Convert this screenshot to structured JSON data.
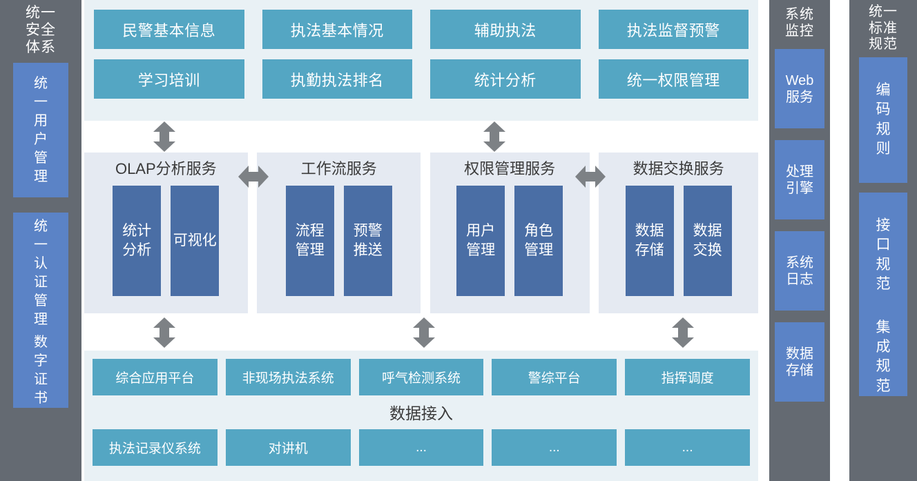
{
  "colors": {
    "sidebar_bg": "#646a72",
    "sidebar_box": "#5b83c6",
    "app_panel_bg": "#e9f1f5",
    "app_tile": "#54a6c3",
    "service_panel_bg": "#e5eaf2",
    "service_tile": "#4a6ea5",
    "arrow": "#7d8185",
    "text_light": "#ffffff",
    "text_dark": "#3a3a3a"
  },
  "sidebar_left": {
    "title": "统一\n安全\n体系",
    "items": [
      {
        "label": "统一用户管理"
      },
      {
        "label": "统一认证管理"
      },
      {
        "label": "数字证书"
      }
    ]
  },
  "sidebar_monitor": {
    "title": "系统\n监控",
    "items": [
      {
        "label": "Web\n服务"
      },
      {
        "label": "处理\n引擎"
      },
      {
        "label": "系统\n日志"
      },
      {
        "label": "数据\n存储"
      }
    ]
  },
  "sidebar_standard": {
    "title": "统一\n标准\n规范",
    "items": [
      {
        "label": "编码规则"
      },
      {
        "label": "接口规范"
      },
      {
        "label": "集成规范"
      }
    ]
  },
  "applications": {
    "row1": [
      {
        "label": "民警基本信息"
      },
      {
        "label": "执法基本情况"
      },
      {
        "label": "辅助执法"
      },
      {
        "label": "执法监督预警"
      }
    ],
    "row2": [
      {
        "label": "学习培训"
      },
      {
        "label": "执勤执法排名"
      },
      {
        "label": "统计分析"
      },
      {
        "label": "统一权限管理"
      }
    ]
  },
  "services": [
    {
      "title": "OLAP分析服务",
      "modules": [
        {
          "label": "统计\n分析"
        },
        {
          "label": "可视化"
        }
      ]
    },
    {
      "title": "工作流服务",
      "modules": [
        {
          "label": "流程\n管理"
        },
        {
          "label": "预警\n推送"
        }
      ]
    },
    {
      "title": "权限管理服务",
      "modules": [
        {
          "label": "用户\n管理"
        },
        {
          "label": "角色\n管理"
        }
      ]
    },
    {
      "title": "数据交换服务",
      "modules": [
        {
          "label": "数据\n存储"
        },
        {
          "label": "数据\n交换"
        }
      ]
    }
  ],
  "data_access": {
    "label": "数据接入",
    "row1": [
      {
        "label": "综合应用平台"
      },
      {
        "label": "非现场执法系统"
      },
      {
        "label": "呼气检测系统"
      },
      {
        "label": "警综平台"
      },
      {
        "label": "指挥调度"
      }
    ],
    "row2": [
      {
        "label": "执法记录仪系统"
      },
      {
        "label": "对讲机"
      },
      {
        "label": "..."
      },
      {
        "label": "..."
      },
      {
        "label": "..."
      }
    ]
  },
  "arrows": {
    "vertical_label": "双向箭头",
    "horizontal_label": "双向箭头"
  }
}
